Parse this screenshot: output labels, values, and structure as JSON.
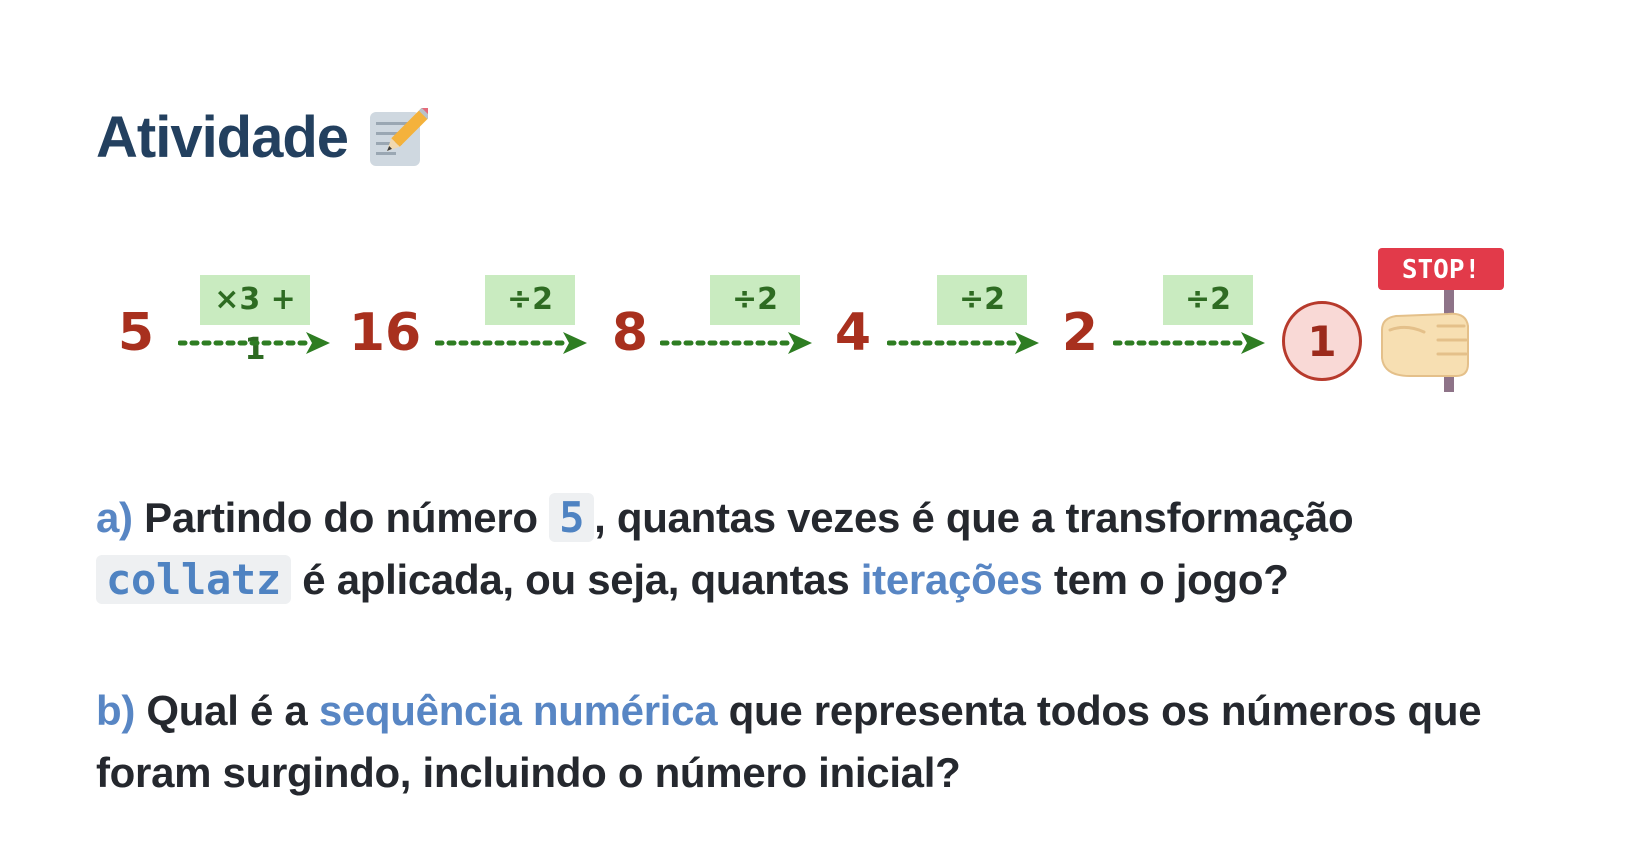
{
  "title": "Atividade",
  "title_icon": "memo-pencil-icon",
  "diagram": {
    "numbers": [
      "5",
      "16",
      "8",
      "4",
      "2"
    ],
    "operations": [
      "×3 + 1",
      "÷2",
      "÷2",
      "÷2",
      "÷2"
    ],
    "final": "1",
    "stop_sign": "STOP!",
    "colors": {
      "number": "#a8301e",
      "operation_bg": "#c9ebc0",
      "operation_text": "#2e6b22",
      "arrow": "#2e7d22",
      "final_bg": "#f9d9d6",
      "stop_sign": "#e23a4a"
    }
  },
  "question_a": {
    "label": "a)",
    "text_1": "Partindo do número",
    "code_1": "5",
    "text_2": ", quantas vezes é que a transformação",
    "code_2": "collatz",
    "text_3": "é aplicada, ou seja, quantas",
    "highlight": "iterações",
    "text_4": "tem o jogo?"
  },
  "question_b": {
    "label": "b)",
    "text_1": "Qual é a",
    "highlight": "sequência numérica",
    "text_2": "que representa todos os números que foram surgindo, incluindo o número inicial?"
  },
  "accent_color": "#5886c4",
  "title_color": "#23405f"
}
